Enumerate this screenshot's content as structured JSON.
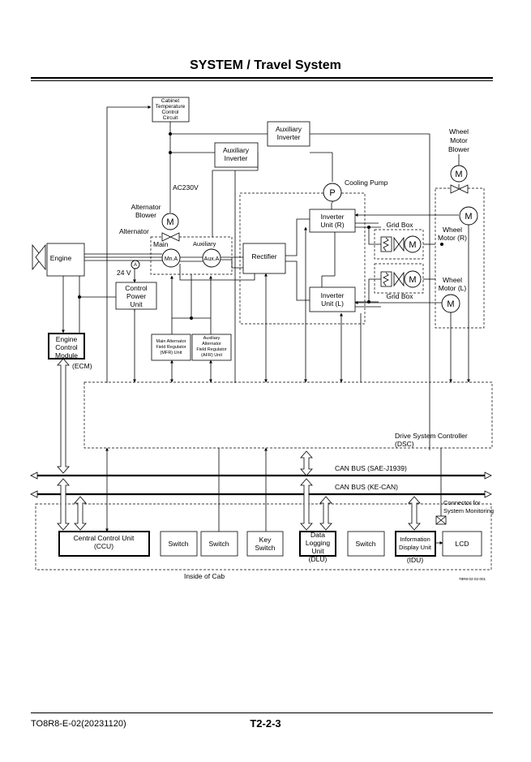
{
  "header": {
    "title": "SYSTEM / Travel System"
  },
  "footer": {
    "doc_code": "TO8R8-E-02(20231120)",
    "page": "T2-2-3"
  },
  "diagram": {
    "labels": {
      "cabinet_temp": [
        "Cabinet",
        "Temperature",
        "Control",
        "Circuit"
      ],
      "aux_inverter_top": [
        "Auxiliary",
        "Inverter"
      ],
      "aux_inverter_mid": [
        "Auxiliary",
        "Inverter"
      ],
      "wheel_motor_blower": [
        "Wheel",
        "Motor",
        "Blower"
      ],
      "ac230v": "AC230V",
      "cooling_pump": "Cooling Pump",
      "alternator_blower": [
        "Alternator",
        "Blower"
      ],
      "alternator": "Alternator",
      "main": "Main",
      "auxiliary": "Auxiliary",
      "mn_a": "Mn.A",
      "aux_a": "Aux.A",
      "engine": "Engine",
      "v24": "24 V",
      "rectifier": "Rectifier",
      "inverter_r": [
        "Inverter",
        "Unit (R)"
      ],
      "inverter_l": [
        "Inverter",
        "Unit (L)"
      ],
      "grid_box_top": "Grid Box",
      "grid_box_bottom": "Grid Box",
      "wheel_motor_r": [
        "Wheel",
        "Motor (R)"
      ],
      "wheel_motor_l": [
        "Wheel",
        "Motor (L)"
      ],
      "control_power": [
        "Control",
        "Power",
        "Unit"
      ],
      "ecm": [
        "Engine",
        "Control",
        "Module"
      ],
      "ecm_abbr": "(ECM)",
      "mfr": [
        "Main Alternator",
        "Field Regulator",
        "(MFR) Unit"
      ],
      "afr": [
        "Auxiliary",
        "Alternator",
        "Field Regulator",
        "(AFR) Unit"
      ],
      "dsc": [
        "Drive System Controller",
        "(DSC)"
      ],
      "can_sae": "CAN BUS (SAE-J1939)",
      "can_ke": "CAN BUS (KE-CAN)",
      "connector": [
        "Connector for",
        "System Monitoring"
      ],
      "ccu": [
        "Central Control Unit",
        "(CCU)"
      ],
      "switch1": "Switch",
      "switch2": "Switch",
      "key_switch": [
        "Key",
        "Switch"
      ],
      "dlu": [
        "Data",
        "Logging",
        "Unit"
      ],
      "dlu_abbr": "(DLU)",
      "switch3": "Switch",
      "idu": [
        "Information",
        "Display Unit"
      ],
      "idu_abbr": "(IDU)",
      "lcd": "LCD",
      "inside_cab": "Inside of Cab",
      "fig_id": "T8R8-02-02-001",
      "motor_symbol": "M",
      "pump_symbol": "P",
      "ammeter_symbol": "A"
    }
  }
}
